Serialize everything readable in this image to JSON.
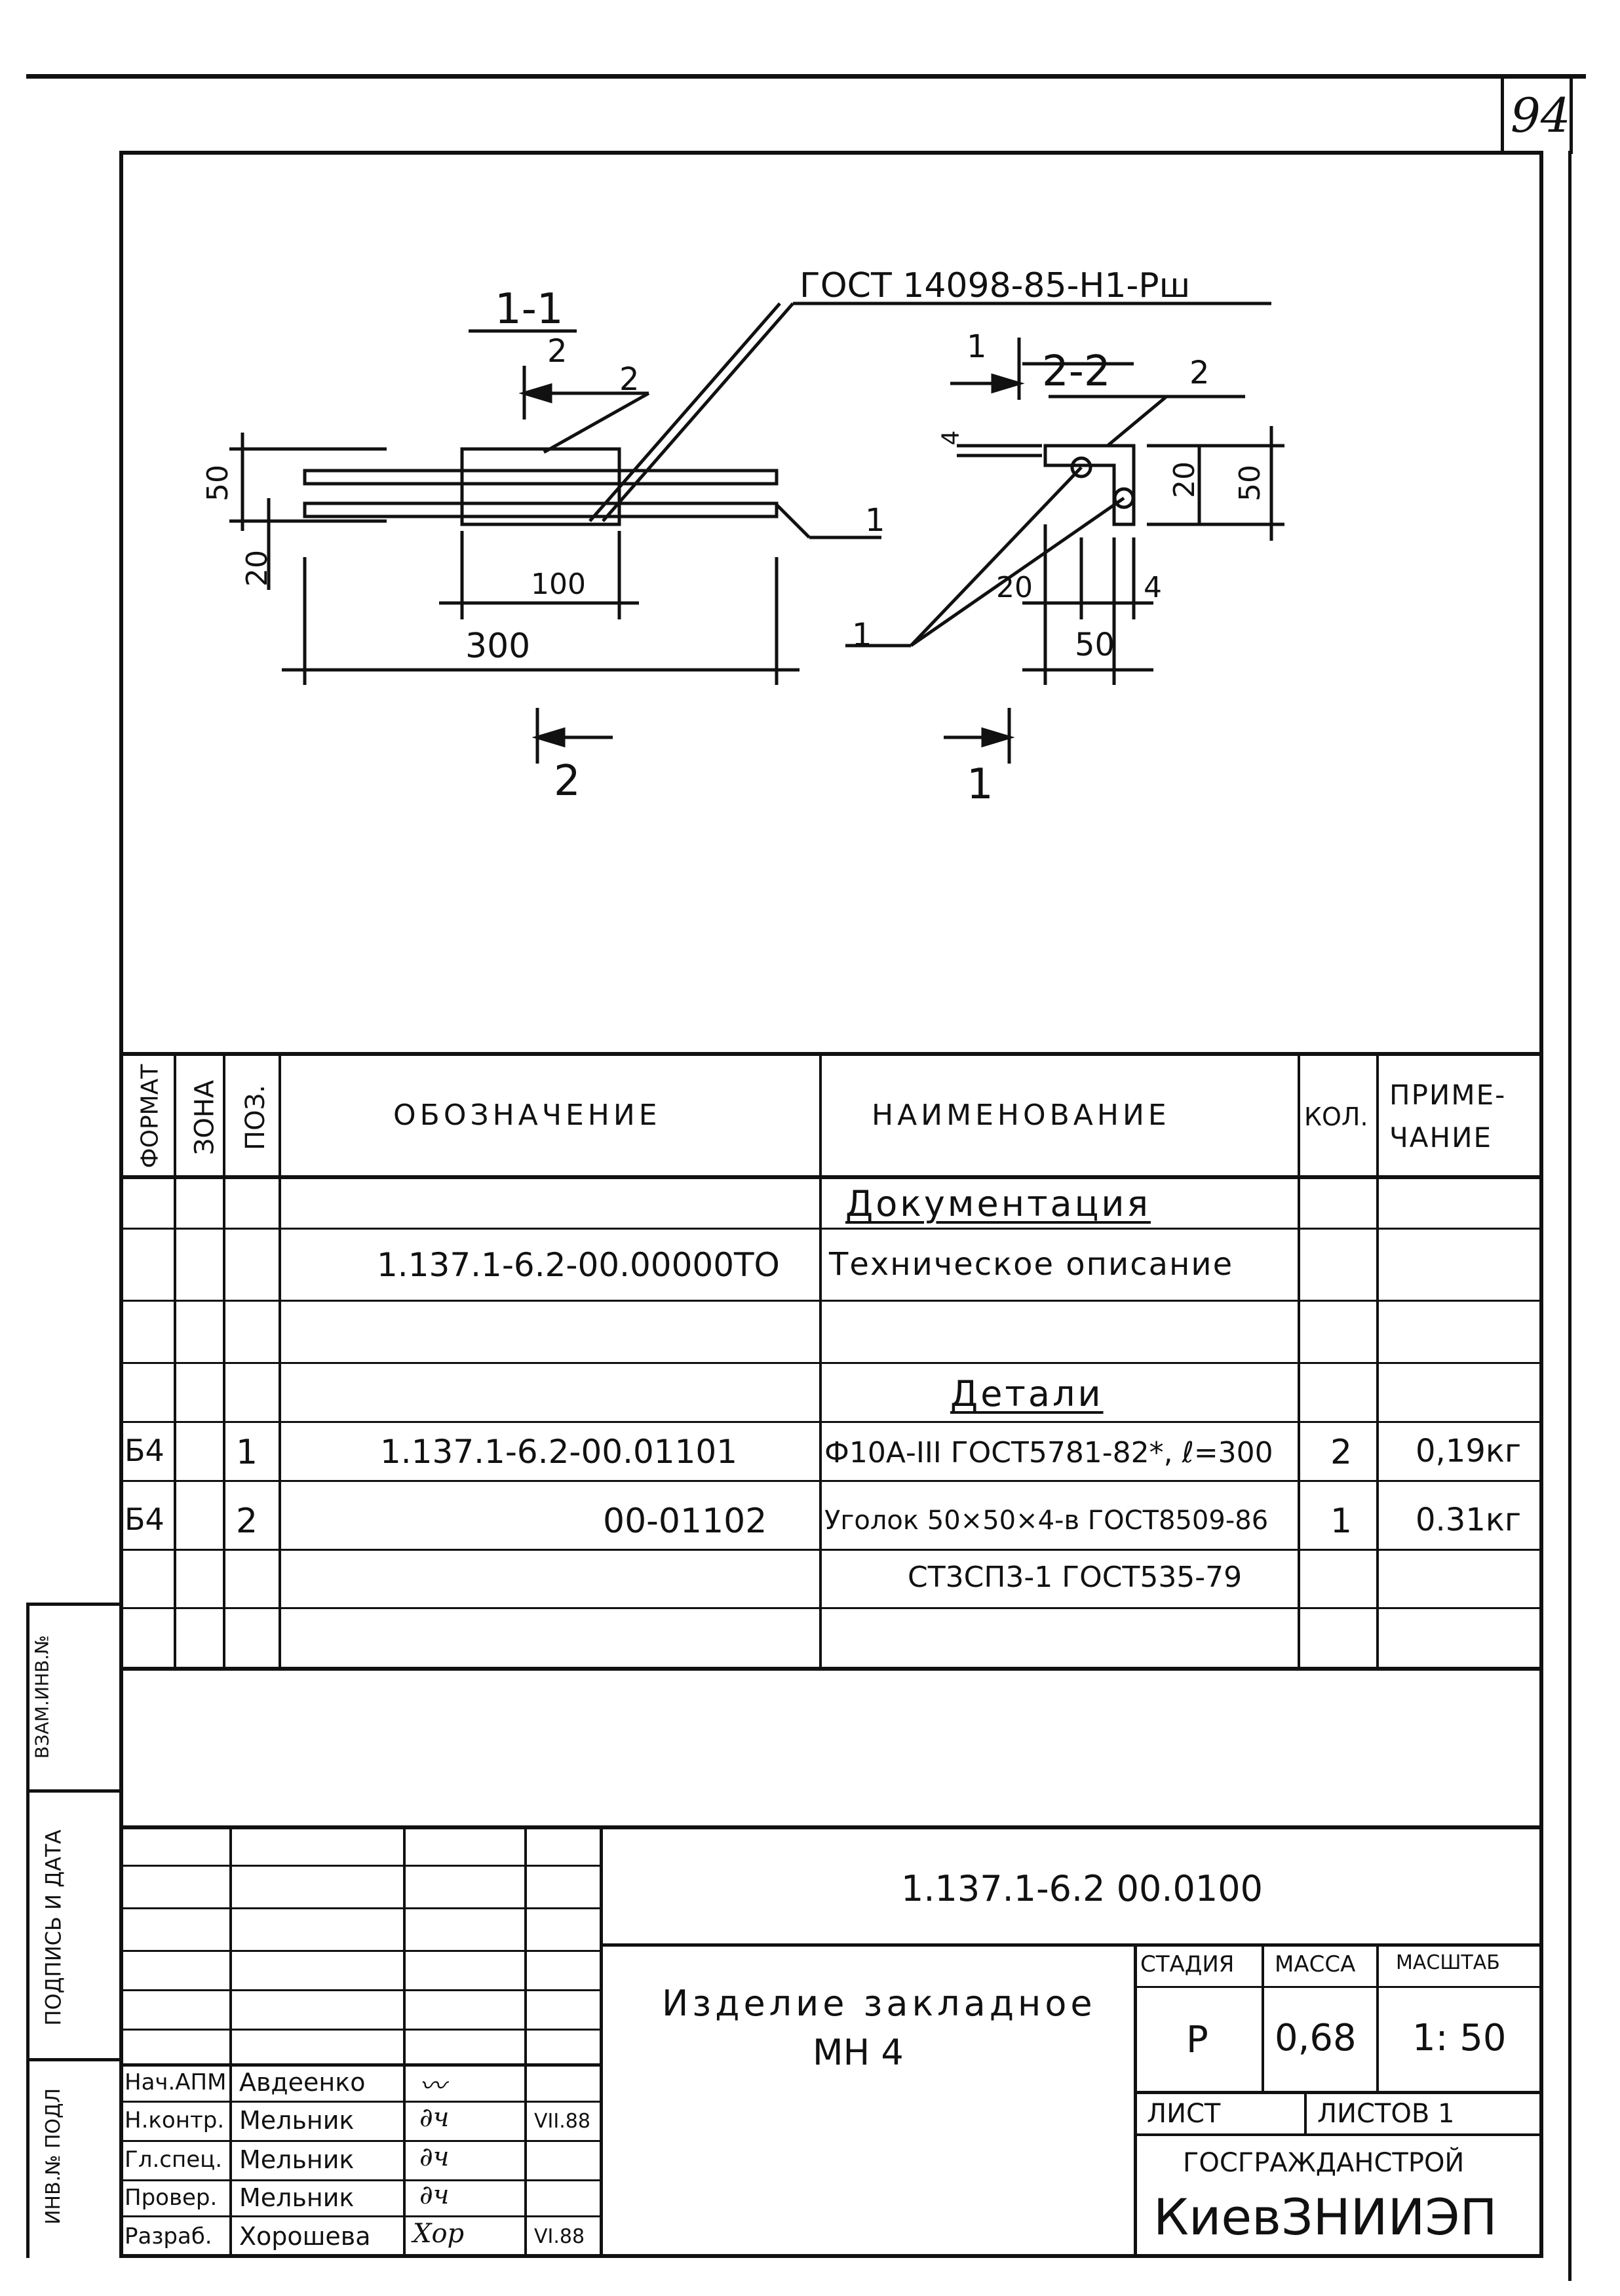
{
  "sheet_number": "94",
  "drawing": {
    "gost_label": "ГОСТ 14098-85-Н1-Рш",
    "section_1_1": {
      "title": "1-1",
      "sub": "2",
      "leader_2": "2",
      "leader_1": "1",
      "dim_50": "50",
      "dim_20": "20",
      "dim_100": "100",
      "dim_300": "300"
    },
    "section_2_2": {
      "title": "2-2",
      "sub": "1",
      "leader_2": "2",
      "leader_1": "1",
      "dim_4a": "4",
      "dim_20v": "20",
      "dim_50v": "50",
      "dim_20h": "20",
      "dim_4b": "4",
      "dim_50h": "50"
    },
    "cut_marks": {
      "left": "2",
      "right": "1"
    }
  },
  "spec_table": {
    "headers": {
      "format": "ФОРМАТ",
      "zone": "ЗОНА",
      "pos": "ПОЗ.",
      "designation": "ОБОЗНАЧЕНИЕ",
      "name": "НАИМЕНОВАНИЕ",
      "qty": "КОЛ.",
      "note_1": "ПРИМЕ-",
      "note_2": "ЧАНИЕ"
    },
    "section_docs": "Документация",
    "row_docs": {
      "designation": "1.137.1-6.2-00.00000ТО",
      "name": "Техническое описание"
    },
    "section_parts": "Детали",
    "rows": [
      {
        "format": "Б4",
        "pos": "1",
        "designation": "1.137.1-6.2-00.01101",
        "name": "Ф10А-III ГОСТ5781-82*, ℓ=300",
        "qty": "2",
        "note": "0,19кг"
      },
      {
        "format": "Б4",
        "pos": "2",
        "designation": "00-01102",
        "name": "Уголок 50×50×4-в ГОСТ8509-86",
        "name2": "СТ3СП3-1 ГОСТ535-79",
        "qty": "1",
        "note": "0.31кг"
      }
    ]
  },
  "side_stamp": {
    "a": "ВЗАМ.ИНВ.№",
    "b": "ПОДПИСЬ И ДАТА",
    "c": "ИНВ.№ ПОДЛ"
  },
  "title_block": {
    "doc_code": "1.137.1-6.2 00.0100",
    "item_name_1": "Изделие закладное",
    "item_name_2": "МН 4",
    "stage_label": "СТАДИЯ",
    "mass_label": "МАССА",
    "scale_label": "МАСШТАБ",
    "stage": "Р",
    "mass": "0,68",
    "scale": "1: 50",
    "sheet_label": "ЛИСТ",
    "sheets_label": "ЛИСТОВ 1",
    "org_1": "ГОСГРАЖДАНСТРОЙ",
    "org_2": "КиевЗНИИЭП",
    "people": [
      {
        "role": "Нач.АПМ",
        "name": "Авдеенко",
        "date": ""
      },
      {
        "role": "Н.контр.",
        "name": "Мельник",
        "date": "VII.88"
      },
      {
        "role": "Гл.спец.",
        "name": "Мельник",
        "date": ""
      },
      {
        "role": "Провер.",
        "name": "Мельник",
        "date": ""
      },
      {
        "role": "Разраб.",
        "name": "Хорошева",
        "date": "VI.88"
      }
    ]
  }
}
